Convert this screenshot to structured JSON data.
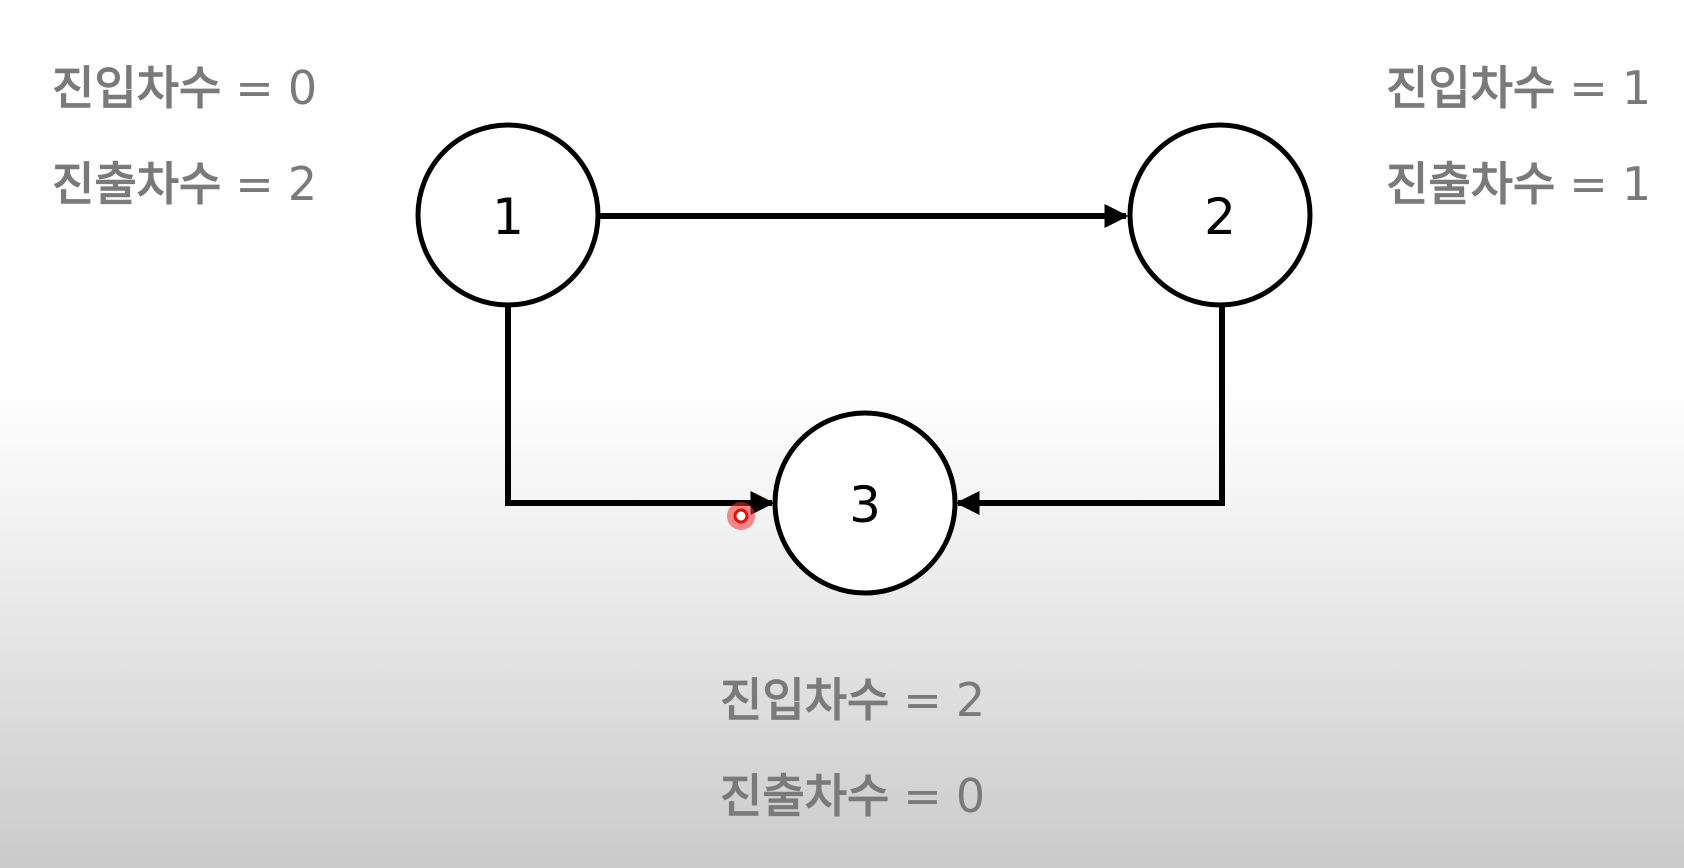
{
  "nodes": [
    {
      "id": "1",
      "label": "1",
      "in_degree_label": "진입차수",
      "in_degree": "0",
      "out_degree_label": "진출차수",
      "out_degree": "2"
    },
    {
      "id": "2",
      "label": "2",
      "in_degree_label": "진입차수",
      "in_degree": "1",
      "out_degree_label": "진출차수",
      "out_degree": "1"
    },
    {
      "id": "3",
      "label": "3",
      "in_degree_label": "진입차수",
      "in_degree": "2",
      "out_degree_label": "진출차수",
      "out_degree": "0"
    }
  ],
  "edges": [
    {
      "from": "1",
      "to": "2"
    },
    {
      "from": "1",
      "to": "3"
    },
    {
      "from": "2",
      "to": "3"
    }
  ],
  "equals_sign": "=",
  "colors": {
    "degree_text": "#7a7a7a",
    "edge": "#000000",
    "cursor": "#ff2b2b"
  }
}
